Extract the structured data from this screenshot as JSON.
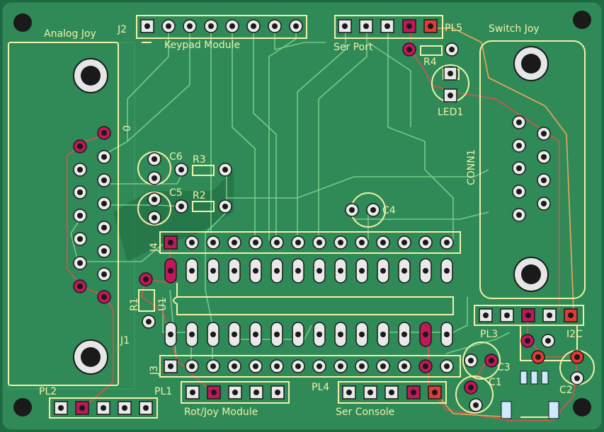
{
  "labels": {
    "analog_joy": "Analog Joy",
    "j2": "J2",
    "keypad_module": "Keypad Module",
    "ser_port": "Ser Port",
    "pl5": "PL5",
    "switch_joy": "Switch Joy",
    "r4": "R4",
    "led1": "LED1",
    "conn1": "CONN1",
    "c6": "C6",
    "r3": "R3",
    "c5": "C5",
    "r2": "R2",
    "c4": "C4",
    "j4": "J4",
    "r1": "R1",
    "u1": "U1",
    "j1": "J1",
    "pl3": "PL3",
    "i2c": "I2C",
    "j3": "J3",
    "c3": "C3",
    "c1": "C1",
    "c2": "C2",
    "pl2": "PL2",
    "pl1": "PL1",
    "rot_joy_module": "Rot/Joy Module",
    "pl4": "PL4",
    "ser_console": "Ser Console",
    "zero": "0"
  },
  "colors": {
    "board": "#2f8a57",
    "board_dark": "#1f6a42",
    "silkscreen": "#f1f1a8",
    "pad": "#e9e9e9",
    "pad_magenta": "#c2185b",
    "pad_red": "#e53935"
  }
}
